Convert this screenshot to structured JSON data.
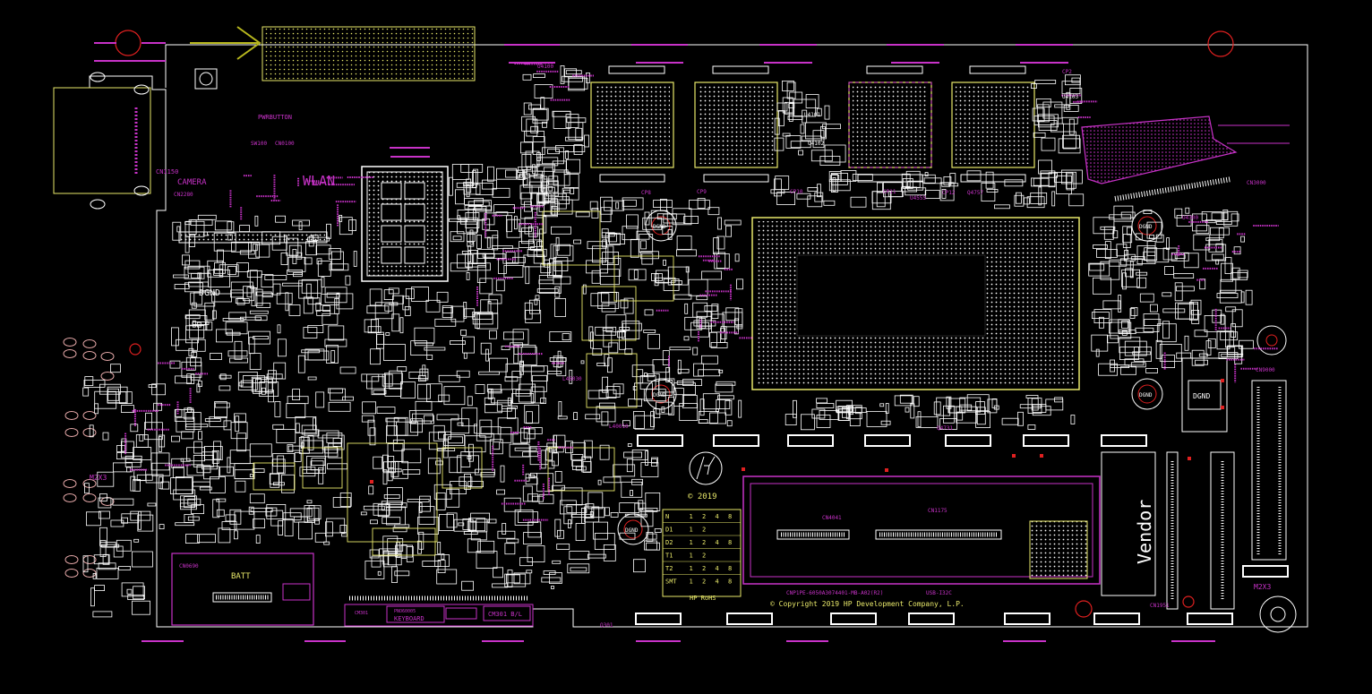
{
  "colors": {
    "background": "#000000",
    "outline": "#ffffff",
    "silkscreen": "#c832c8",
    "component": "#e8e86a",
    "marker": "#e02020",
    "arrow": "#b8b81e"
  },
  "labels": {
    "wlan": "WLAN",
    "camera": "CAMERA",
    "batt": "BATT",
    "keyboard": "KEYBOARD",
    "vendor": "Vendor",
    "dgnd": "DGND",
    "copyright_year": "© 2019",
    "copyright_line": "© Copyright 2019 HP Development Company, L.P.",
    "board_id": "CNP1PE-6050A3074401-MB-A02(R2)",
    "usb_label": "USB-I32C",
    "m2x3": "M2X3",
    "cn4041": "CN4041",
    "cn1175": "CN1175",
    "cn1150": "CN1150",
    "cn2280": "CN2280",
    "cn9000": "CN9000",
    "cn3000": "CN3000",
    "cn1951": "CN1951",
    "cm301": "CM301",
    "cm301_bl": "CM301 B/L",
    "q301": "Q301",
    "l40010": "L40010",
    "l46030": "L46030",
    "q4731": "Q4731",
    "u4555": "U4555",
    "u4300": "U4300",
    "cp2": "CP2",
    "cp8": "CP8",
    "cp9": "CP9",
    "cp10": "CP10",
    "cp11": "CP11",
    "cp12": "CP12",
    "q4757": "Q4757",
    "u4100": "U4100",
    "u4101": "U4101",
    "u4102": "U4102",
    "u4103": "U4103",
    "pwrbutton": "PWRBUTTON",
    "hp_rohs": "HP RoHS",
    "sw100": "SW100",
    "cn0100": "CN0100",
    "cn0690": "CN0690",
    "pno60005": "PNO60005"
  },
  "grid_table": {
    "rows": [
      [
        "N",
        "1",
        "2",
        "4",
        "8"
      ],
      [
        "D1",
        "1",
        "2",
        "",
        ""
      ],
      [
        "D2",
        "1",
        "2",
        "4",
        "8"
      ],
      [
        "T1",
        "1",
        "2",
        "",
        ""
      ],
      [
        "T2",
        "1",
        "2",
        "4",
        "8"
      ],
      [
        "SMT",
        "1",
        "2",
        "4",
        "8"
      ]
    ]
  }
}
